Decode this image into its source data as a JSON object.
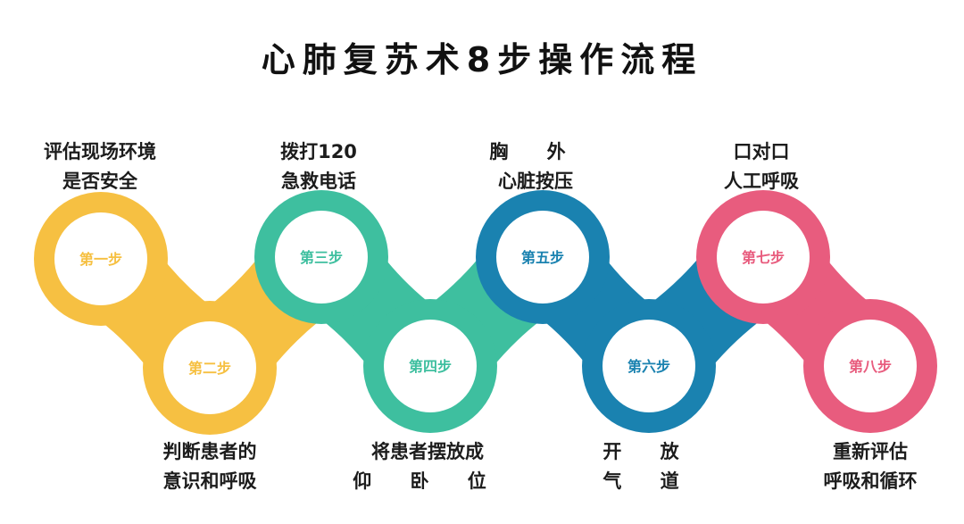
{
  "title": "心肺复苏术8步操作流程",
  "colors": {
    "yellow": "#F6C042",
    "green": "#3EBF9F",
    "blue": "#1A82B0",
    "pink": "#E85C7E"
  },
  "steps": [
    {
      "label": "第一步",
      "text": [
        "评估现场环境",
        "是否安全"
      ],
      "color": "yellow"
    },
    {
      "label": "第二步",
      "text": [
        "判断患者的",
        "意识和呼吸"
      ],
      "color": "yellow"
    },
    {
      "label": "第三步",
      "text": [
        "拨打120",
        "急救电话"
      ],
      "color": "green"
    },
    {
      "label": "第四步",
      "text": [
        "将患者摆放成",
        "仰 卧 位"
      ],
      "color": "green"
    },
    {
      "label": "第五步",
      "text": [
        "胸  外",
        "心脏按压"
      ],
      "color": "blue"
    },
    {
      "label": "第六步",
      "text": [
        "开  放",
        "气  道"
      ],
      "color": "blue"
    },
    {
      "label": "第七步",
      "text": [
        "口对口",
        "人工呼吸"
      ],
      "color": "pink"
    },
    {
      "label": "第八步",
      "text": [
        "重新评估",
        "呼吸和循环"
      ],
      "color": "pink"
    }
  ]
}
